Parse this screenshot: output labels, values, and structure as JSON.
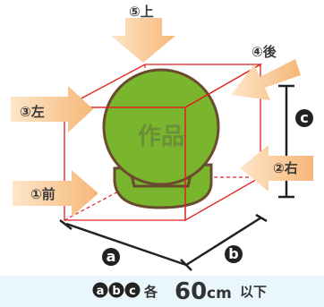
{
  "arrows": {
    "top": "⑤上",
    "back": "④後",
    "left": "③左",
    "right": "②右",
    "front": "①前"
  },
  "object_label": "作品",
  "dimensions": {
    "a": "a",
    "b": "b",
    "c": "c"
  },
  "footer": {
    "each": "各",
    "size": "60",
    "unit": "cm",
    "limit": "以下"
  },
  "colors": {
    "arrow": "#f9c58b",
    "box": "#e0201f",
    "object": "#7ab52e",
    "dimension": "#222222",
    "footer_band": "#e9f6fb"
  }
}
